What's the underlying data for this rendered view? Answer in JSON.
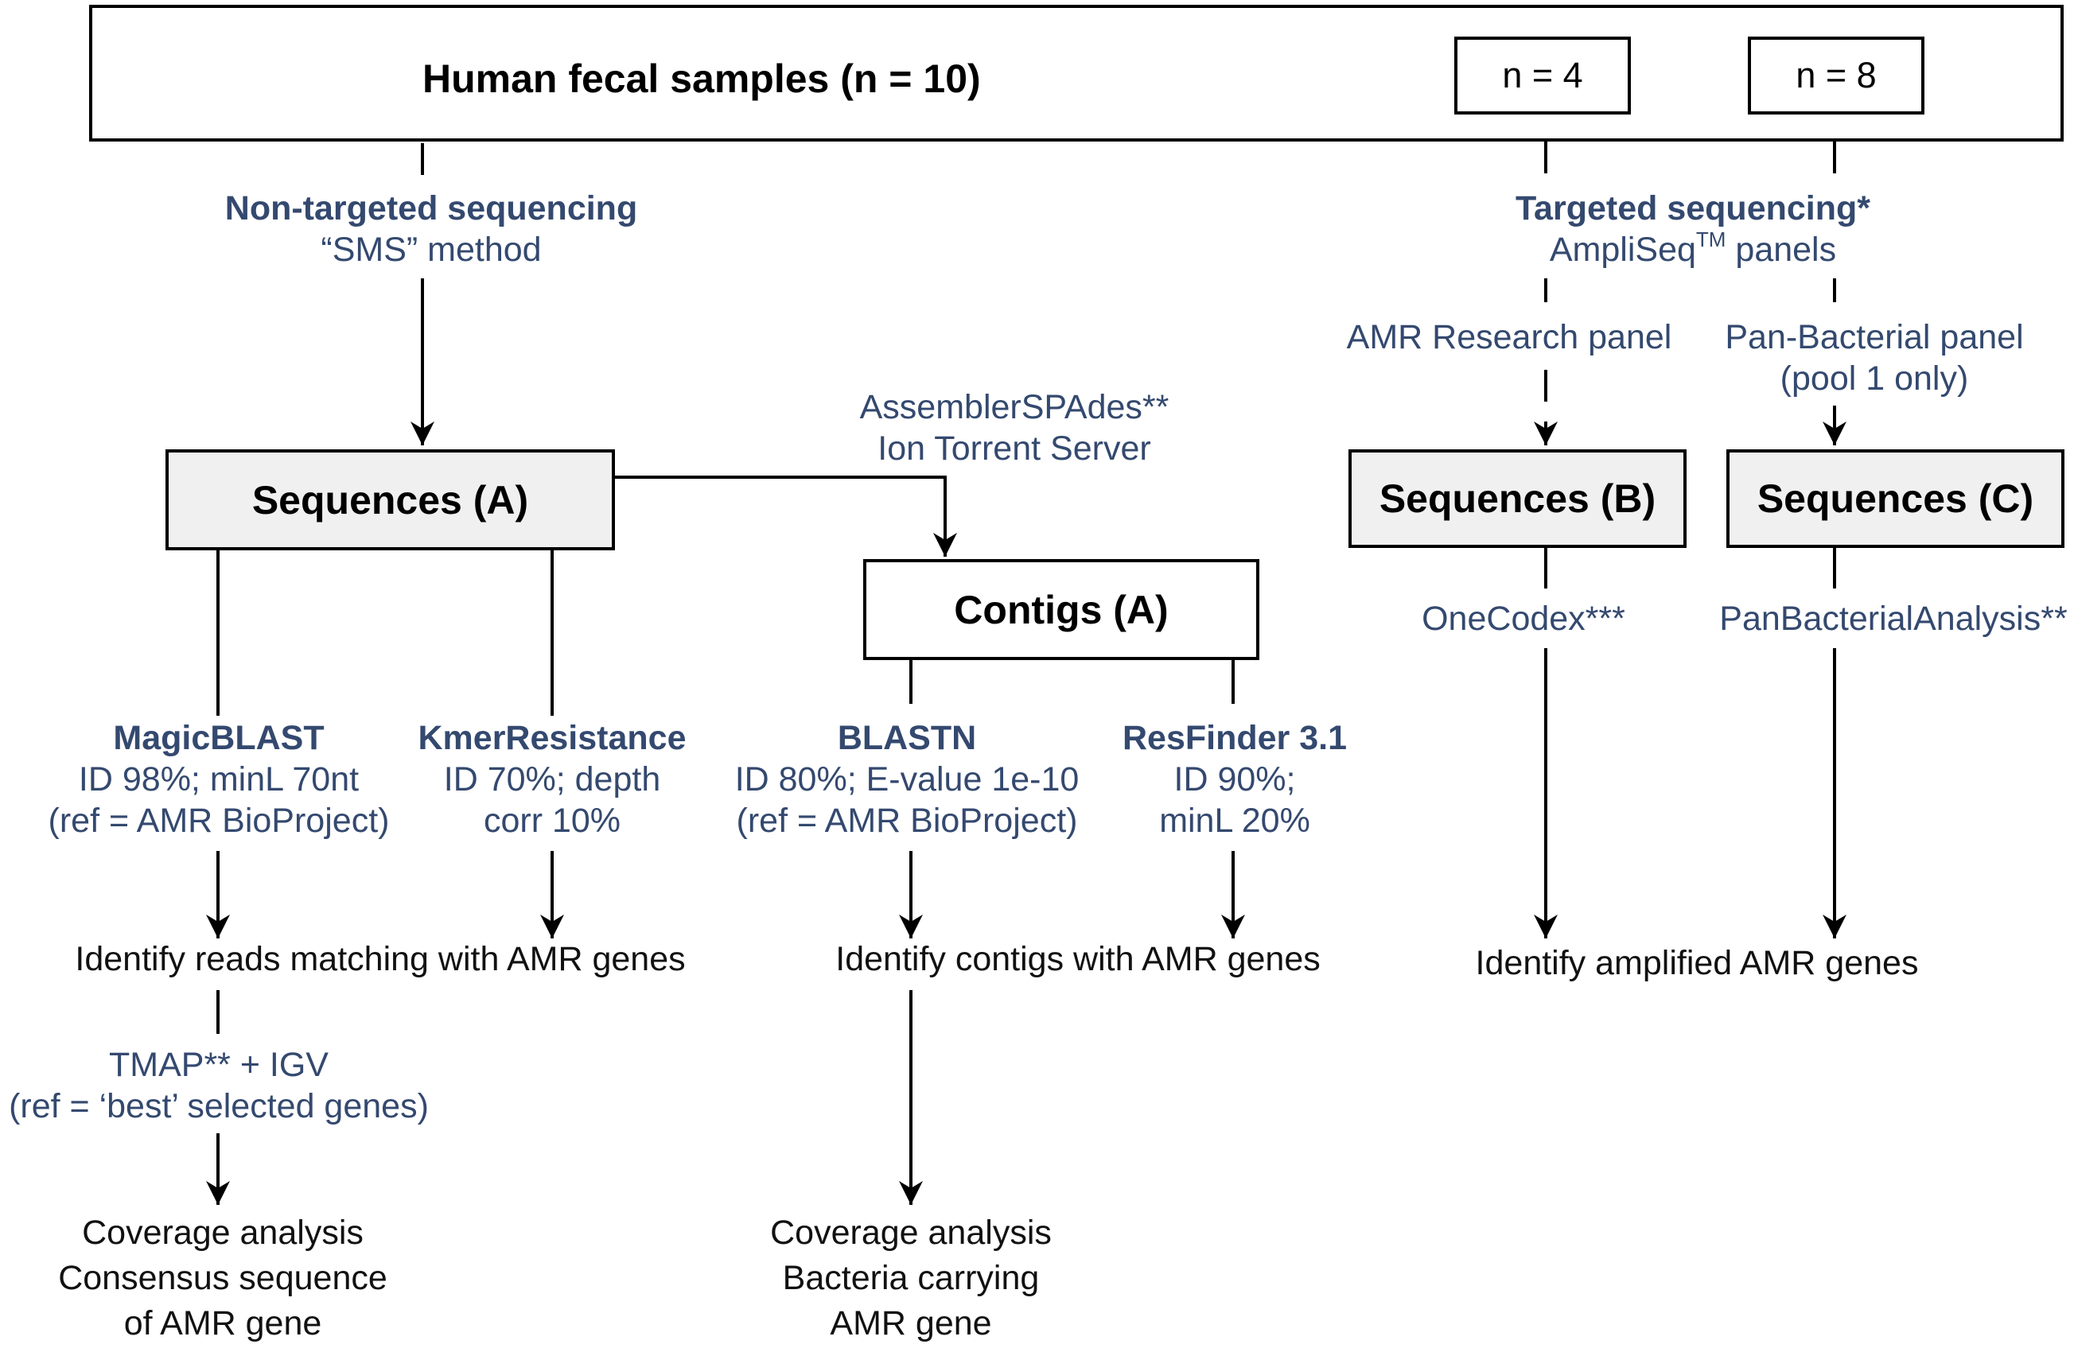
{
  "top_box": {
    "title": "Human fecal samples (n = 10)",
    "n4": "n = 4",
    "n8": "n = 8"
  },
  "non_targeted": {
    "title": "Non-targeted sequencing",
    "method": "“SMS” method"
  },
  "targeted": {
    "title": "Targeted sequencing*",
    "panels_prefix": "AmpliSeq",
    "panels_sup": "TM",
    "panels_suffix": " panels",
    "amr_panel": "AMR Research panel",
    "pan_panel_line1": "Pan-Bacterial panel",
    "pan_panel_line2": "(pool 1 only)"
  },
  "boxes": {
    "seq_a": "Sequences (A)",
    "contigs_a": "Contigs (A)",
    "seq_b": "Sequences (B)",
    "seq_c": "Sequences (C)"
  },
  "assembler": {
    "line1": "AssemblerSPAdes**",
    "line2": "Ion Torrent Server"
  },
  "tools": {
    "magicblast": {
      "name": "MagicBLAST",
      "line1": "ID 98%; minL 70nt",
      "line2": "(ref = AMR BioProject)"
    },
    "kmer": {
      "name": "KmerResistance",
      "line1": "ID 70%; depth",
      "line2": "corr 10%"
    },
    "blastn": {
      "name": "BLASTN",
      "line1": "ID 80%; E-value 1e-10",
      "line2": "(ref = AMR BioProject)"
    },
    "resfinder": {
      "name": "ResFinder 3.1",
      "line1": "ID 90%;",
      "line2": "minL 20%"
    },
    "onecodex": "OneCodex***",
    "panbact": "PanBacterialAnalysis**",
    "tmap_line1": "TMAP** + IGV",
    "tmap_line2": "(ref = ‘best’ selected genes)"
  },
  "results": {
    "reads": "Identify reads matching with AMR genes",
    "contigs": "Identify contigs with AMR genes",
    "amplified": "Identify amplified AMR genes",
    "coverage_reads": [
      "Coverage analysis",
      "Consensus sequence",
      "of AMR gene"
    ],
    "coverage_contigs": [
      "Coverage analysis",
      "Bacteria carrying",
      "AMR gene"
    ]
  }
}
